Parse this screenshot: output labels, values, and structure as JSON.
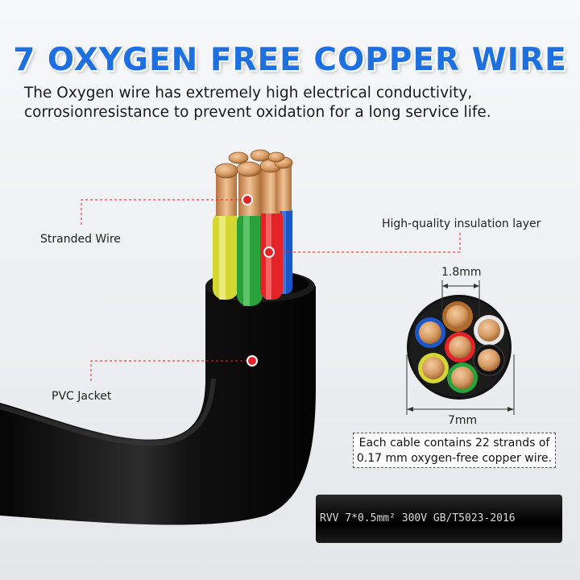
{
  "title": "7 OXYGEN FREE COPPER WIRE",
  "subtitle_line1": "The Oxygen wire has extremely high electrical conductivity,",
  "subtitle_line2": "corrosionresistance to prevent oxidation for a long service life.",
  "callouts": {
    "stranded": "Stranded Wire",
    "insulation": "High-quality insulation layer",
    "jacket": "PVC Jacket"
  },
  "cross_section": {
    "strand_dim": "1.8mm",
    "outer_dim": "7mm"
  },
  "note_line1": "Each cable contains 22 strands of",
  "note_line2": "0.17 mm oxygen-free copper wire.",
  "spec_print": "RVV   7*0.5mm² 300V GB/T5023-2016",
  "colors": {
    "title": "#1e6fe0",
    "callout_dot": "#e0232a",
    "jacket": "#111111",
    "copper": "#d9a06a"
  }
}
